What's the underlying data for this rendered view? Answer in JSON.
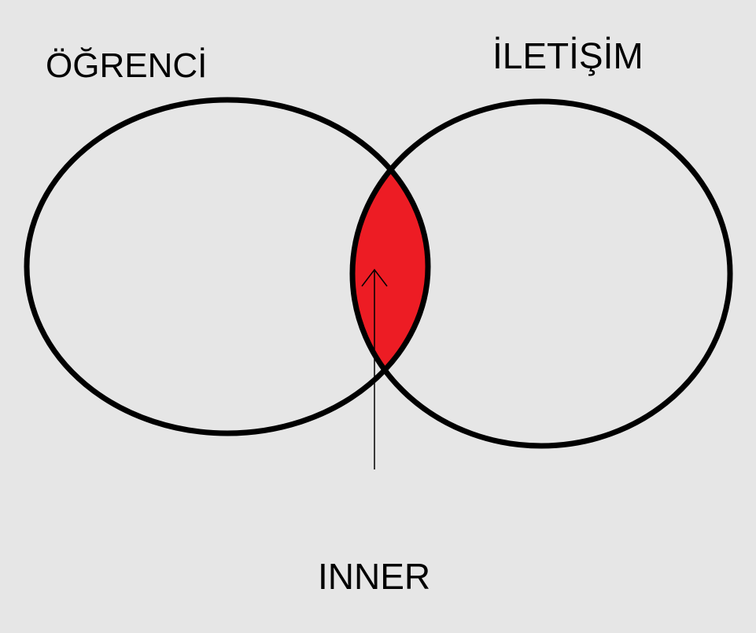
{
  "diagram": {
    "sets": {
      "left": "ÖĞRENCİ",
      "right": "İLETİŞİM"
    },
    "intersection_label": "INNER",
    "colors": {
      "background": "#e6e6e6",
      "outline": "#000000",
      "intersection_fill": "#ed1c24",
      "arrow": "#000000"
    }
  }
}
